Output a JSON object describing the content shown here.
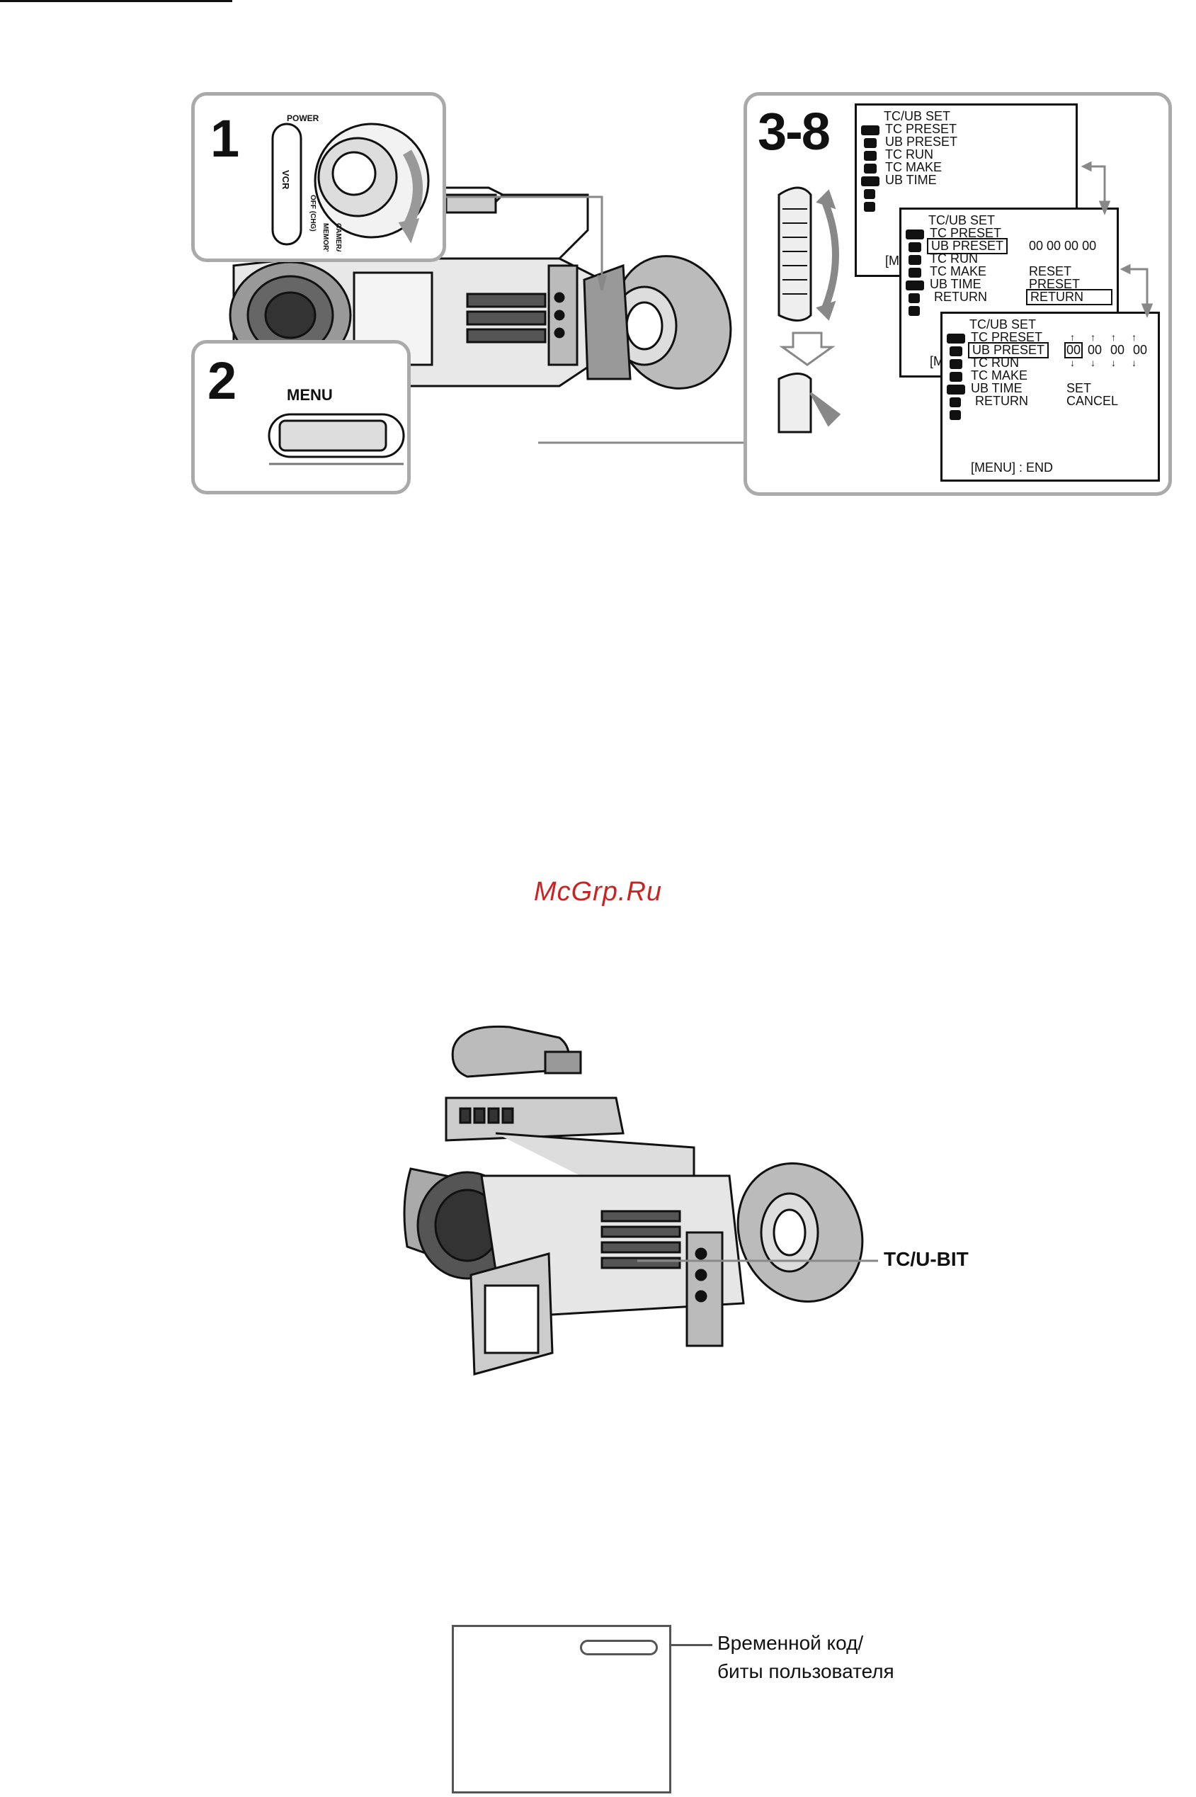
{
  "step1": {
    "number": "1",
    "switch_label": "POWER",
    "positions": [
      "VCR",
      "OFF (CHG)",
      "MEMORY",
      "CAMERA"
    ]
  },
  "step2": {
    "number": "2",
    "button_label": "MENU"
  },
  "step3": {
    "number": "3-8"
  },
  "menu1": {
    "title": "TC/UB SET",
    "items": [
      "TC PRESET",
      "UB PRESET",
      "TC RUN",
      "TC MAKE",
      "UB TIME"
    ],
    "footer": "[M"
  },
  "menu2": {
    "title": "TC/UB SET",
    "items": [
      "TC PRESET",
      "UB PRESET",
      "TC RUN",
      "TC MAKE",
      "UB TIME",
      "RETURN"
    ],
    "values": [
      "00 00 00 00",
      "RESET",
      "PRESET",
      "RETURN"
    ],
    "footer": "[M"
  },
  "menu3": {
    "title": "TC/UB SET",
    "items": [
      "TC PRESET",
      "UB PRESET",
      "TC RUN",
      "TC MAKE",
      "UB TIME",
      "RETURN"
    ],
    "digits": [
      "00",
      "00",
      "00",
      "00"
    ],
    "options": [
      "SET",
      "CANCEL"
    ],
    "footer": "[MENU] : END"
  },
  "watermark": "McGrp.Ru",
  "tc_label": "TC/U-BIT",
  "screen_caption": {
    "line1": "Временной код/",
    "line2": "биты пользователя"
  },
  "icons": [
    "tc-icon",
    "ub-icon",
    "camera-icon",
    "tape-icon",
    "cm-icon",
    "lcd-icon",
    "setup-icon",
    "etc-icon",
    "return-icon"
  ]
}
